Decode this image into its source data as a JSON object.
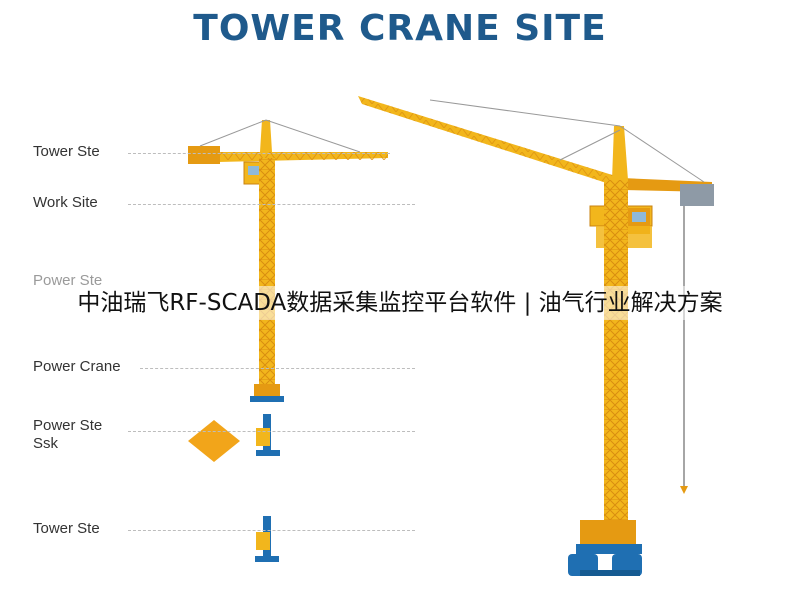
{
  "title": "TOWER CRANE SITE",
  "labels": [
    {
      "text": "Tower Ste"
    },
    {
      "text": "Work Site"
    },
    {
      "text": "Power Ste"
    },
    {
      "text": "Power Crane"
    },
    {
      "text": "Power Ste\nSsk"
    },
    {
      "text": "Tower Ste"
    }
  ],
  "overlay_caption": "中油瑞飞RF-SCADA数据采集监控平台软件 | 油气行业解决方案",
  "colors": {
    "title": "#1f5a8c",
    "crane_yellow": "#f2b61c",
    "crane_orange": "#e59a12",
    "base_blue": "#1f6fb2",
    "counterweight_gray": "#8e9aa6",
    "diamond": "#f2a51a"
  }
}
